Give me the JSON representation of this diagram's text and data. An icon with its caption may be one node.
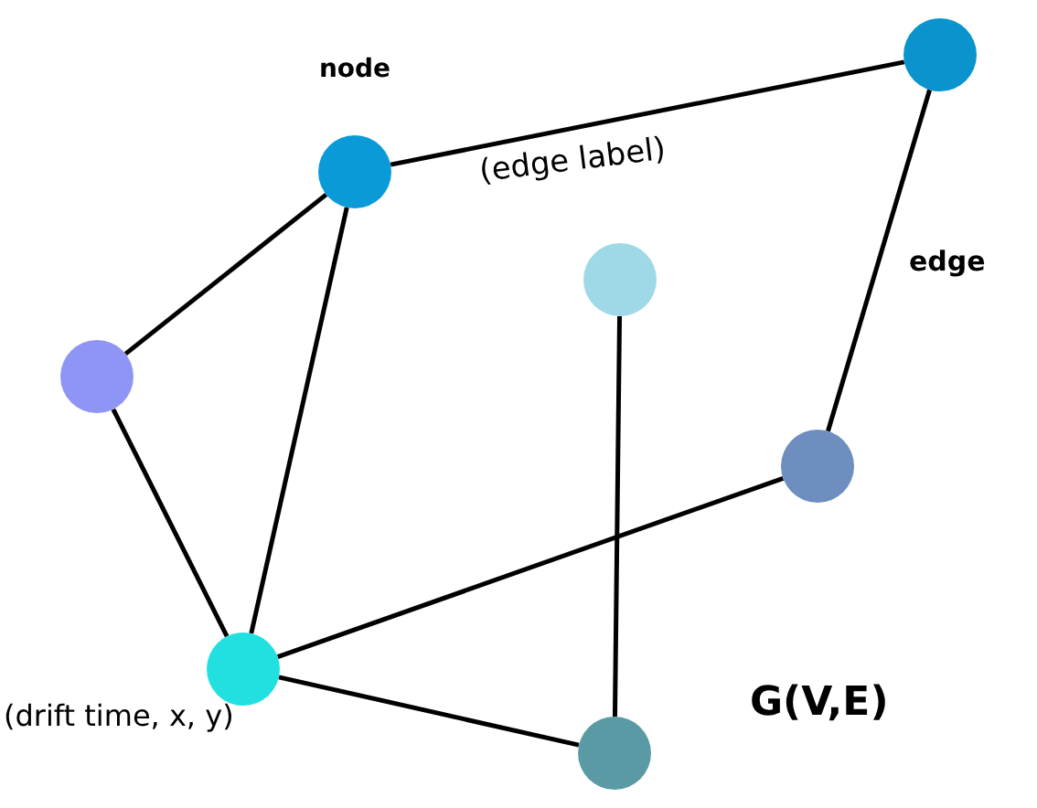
{
  "diagram": {
    "nodes": [
      {
        "text": [],
        "shape": "circle",
        "beside": [
          "node"
        ]
      },
      {
        "text": [],
        "shape": "circle"
      },
      {
        "text": [],
        "shape": "circle"
      },
      {
        "text": [],
        "shape": "circle"
      },
      {
        "text": [],
        "shape": "circle"
      },
      {
        "text": [],
        "shape": "circle",
        "beside": [
          "(drift time, x, y)"
        ]
      },
      {
        "text": [],
        "shape": "circle"
      }
    ],
    "edges": [
      {
        "from": 0,
        "to": 1,
        "arrow": "none",
        "label": "(edge label)"
      },
      {
        "from": 1,
        "to": 4,
        "arrow": "none"
      },
      {
        "from": 0,
        "to": 3,
        "arrow": "none"
      },
      {
        "from": 0,
        "to": 5,
        "arrow": "none"
      },
      {
        "from": 3,
        "to": 5,
        "arrow": "none"
      },
      {
        "from": 4,
        "to": 5,
        "arrow": "none"
      },
      {
        "from": 2,
        "to": 6,
        "arrow": "none"
      },
      {
        "from": 5,
        "to": 6,
        "arrow": "none"
      }
    ],
    "labels": [
      "edge",
      "G(V,E)"
    ]
  }
}
